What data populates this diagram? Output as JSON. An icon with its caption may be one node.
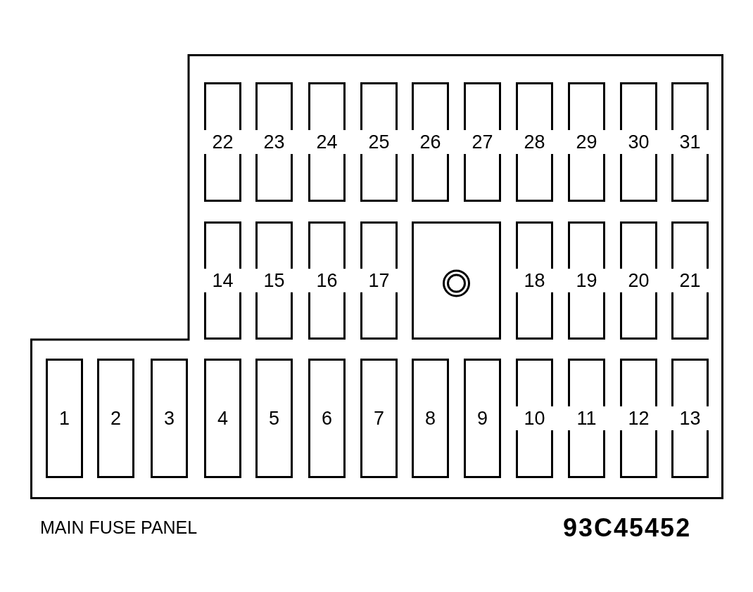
{
  "diagram": {
    "nodes": [
      {
        "text": [],
        "shape": "box"
      },
      {
        "text": [
          "22"
        ],
        "in": 0
      },
      {
        "text": [
          "23"
        ],
        "in": 0
      },
      {
        "text": [
          "24"
        ],
        "in": 0
      },
      {
        "text": [
          "25"
        ],
        "in": 0
      },
      {
        "text": [
          "26"
        ],
        "in": 0
      },
      {
        "text": [
          "27"
        ],
        "in": 0
      },
      {
        "text": [
          "28"
        ],
        "in": 0
      },
      {
        "text": [
          "29"
        ],
        "in": 0
      },
      {
        "text": [
          "30"
        ],
        "in": 0
      },
      {
        "text": [
          "31"
        ],
        "in": 0
      },
      {
        "text": [
          "14"
        ],
        "in": 0
      },
      {
        "text": [
          "15"
        ],
        "in": 0
      },
      {
        "text": [
          "16"
        ],
        "in": 0
      },
      {
        "text": [
          "17"
        ],
        "in": 0
      },
      {
        "text": [],
        "shape": "box",
        "in": 0
      },
      {
        "text": [
          "18"
        ],
        "in": 0
      },
      {
        "text": [
          "19"
        ],
        "in": 0
      },
      {
        "text": [
          "20"
        ],
        "in": 0
      },
      {
        "text": [
          "21"
        ],
        "in": 0
      },
      {
        "text": [
          "1"
        ],
        "in": 0
      },
      {
        "text": [
          "2"
        ],
        "in": 0
      },
      {
        "text": [
          "3"
        ],
        "in": 0
      },
      {
        "text": [
          "4"
        ],
        "in": 0
      },
      {
        "text": [
          "5"
        ],
        "in": 0
      },
      {
        "text": [
          "6"
        ],
        "in": 0
      },
      {
        "text": [
          "7"
        ],
        "in": 0
      },
      {
        "text": [
          "8"
        ],
        "in": 0
      },
      {
        "text": [
          "9"
        ],
        "in": 0
      },
      {
        "text": [
          "10"
        ],
        "in": 0
      },
      {
        "text": [
          "11"
        ],
        "in": 0
      },
      {
        "text": [
          "12"
        ],
        "in": 0
      },
      {
        "text": [
          "13"
        ],
        "in": 0
      }
    ],
    "labels": [
      "MAIN FUSE PANEL",
      "93C45452"
    ]
  }
}
